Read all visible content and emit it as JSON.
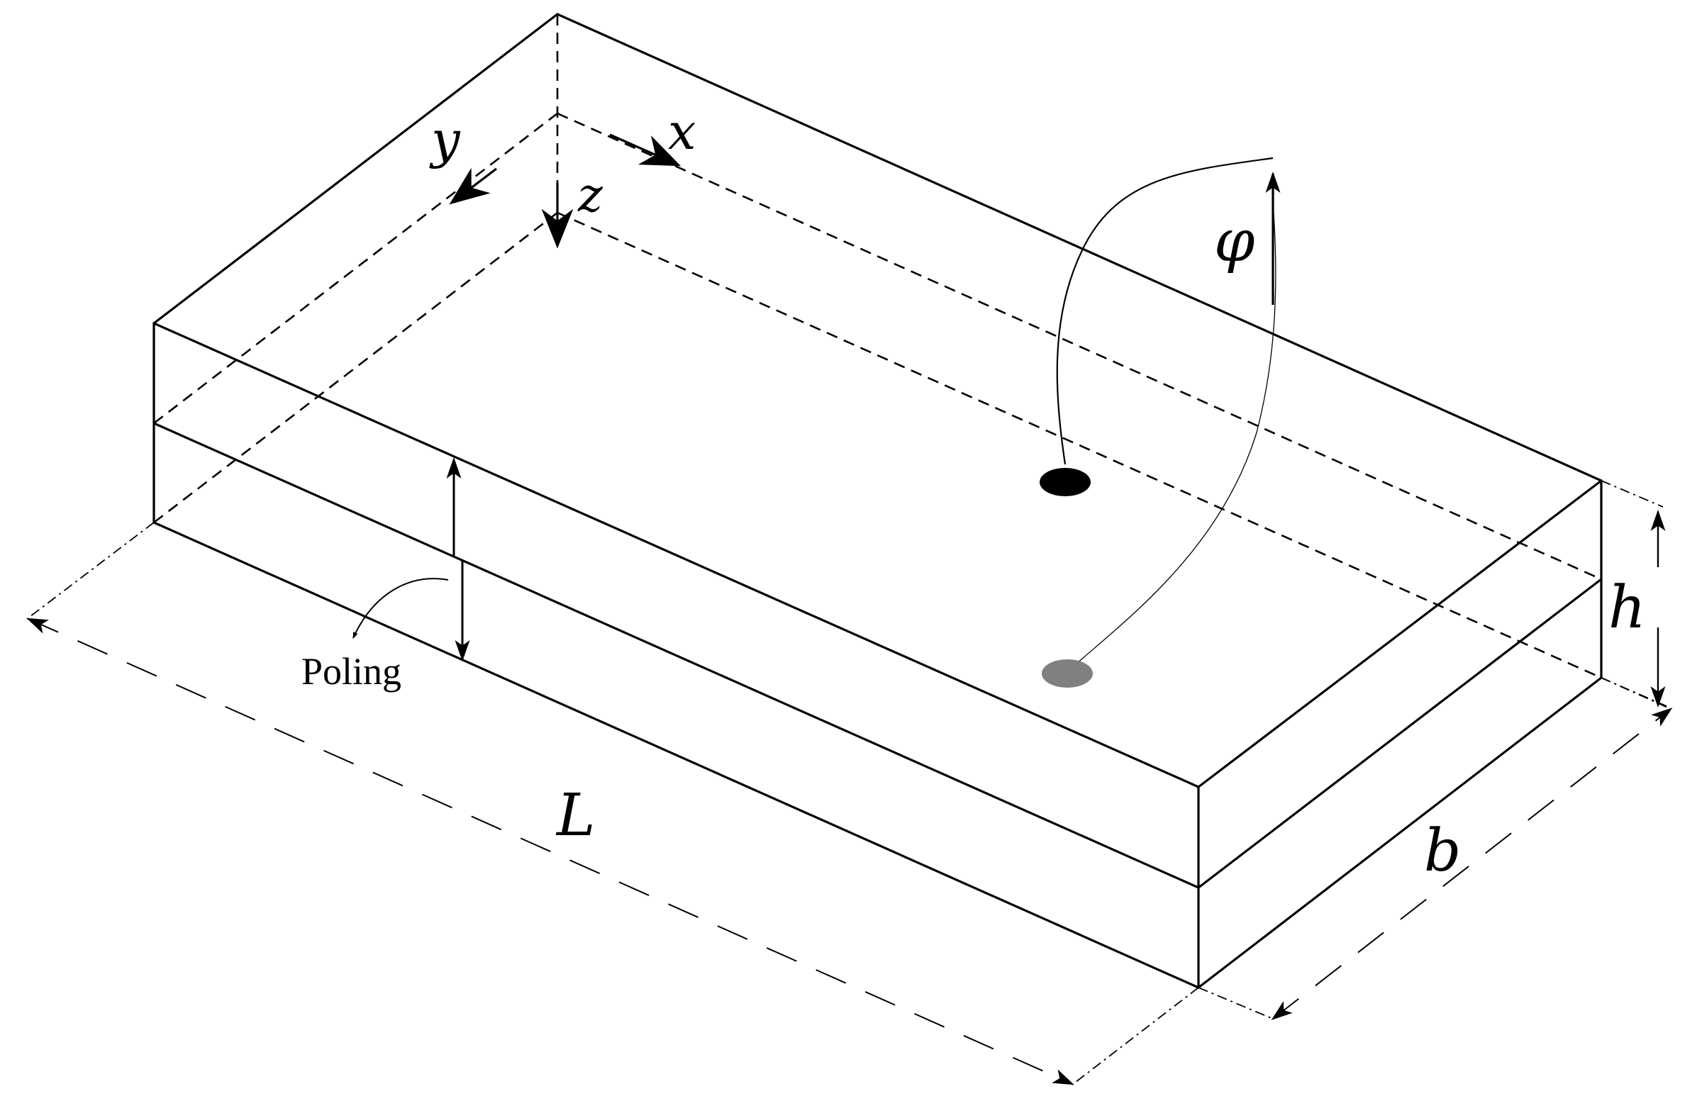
{
  "diagram": {
    "labels": {
      "axis_x": "x",
      "axis_y": "y",
      "axis_z": "z",
      "potential": "φ",
      "poling": "Poling",
      "length": "L",
      "width": "b",
      "thickness": "h"
    },
    "colors": {
      "line": "#000000",
      "electrode_top": "#000000",
      "electrode_bottom": "#808080",
      "background": "#ffffff"
    }
  }
}
